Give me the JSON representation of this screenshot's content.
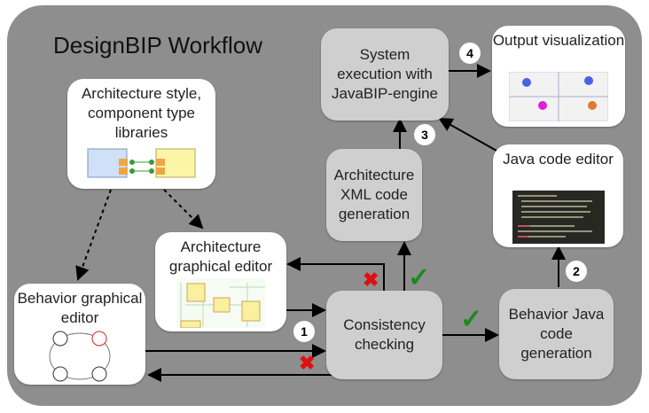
{
  "title": "DesignBIP Workflow",
  "nodes": {
    "arch_style": "Architecture style, component type libraries",
    "arch_editor": "Architecture graphical editor",
    "behavior_editor": "Behavior graphical editor",
    "consistency": "Consistency checking",
    "arch_xml": "Architecture XML code generation",
    "system_exec": "System execution with JavaBIP-engine",
    "output_vis": "Output visualization",
    "java_editor": "Java code editor",
    "behavior_java": "Behavior Java code generation"
  },
  "badges": [
    "1",
    "2",
    "3",
    "4"
  ],
  "marks": {
    "check": "✓",
    "cross": "✖"
  },
  "colors": {
    "panel": "#8e8e8e",
    "check": "#1a8a1a",
    "cross": "#e01010"
  }
}
